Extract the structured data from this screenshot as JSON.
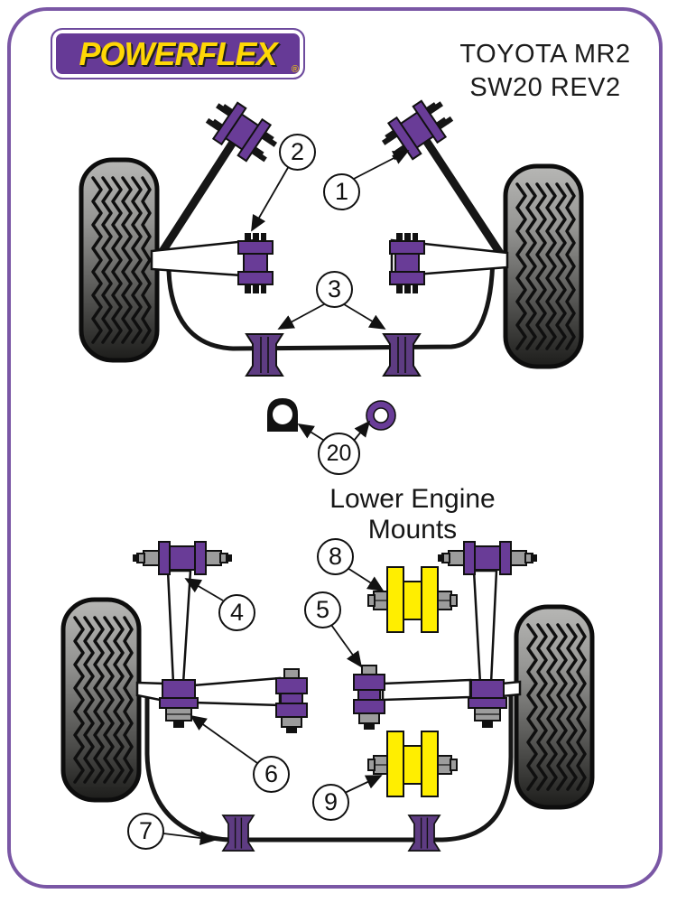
{
  "header": {
    "logo": {
      "text": "POWERFLEX",
      "registered": "®"
    },
    "title_line1": "TOYOTA MR2",
    "title_line2": "SW20 REV2"
  },
  "annotations": {
    "lower_engine_mounts_line1": "Lower Engine",
    "lower_engine_mounts_line2": "Mounts"
  },
  "callouts": [
    {
      "label": "1"
    },
    {
      "label": "2"
    },
    {
      "label": "3"
    },
    {
      "label": "4"
    },
    {
      "label": "5"
    },
    {
      "label": "6"
    },
    {
      "label": "7"
    },
    {
      "label": "8"
    },
    {
      "label": "9"
    },
    {
      "label": "20"
    }
  ],
  "colors": {
    "purple": "#693c97",
    "purple-dark": "#5e3c82",
    "yellow": "#ffee00",
    "gray": "#9c9c9c",
    "frame": "#7a57a5",
    "logo-yellow": "#ffd705",
    "logo-bg": "#663a96"
  }
}
